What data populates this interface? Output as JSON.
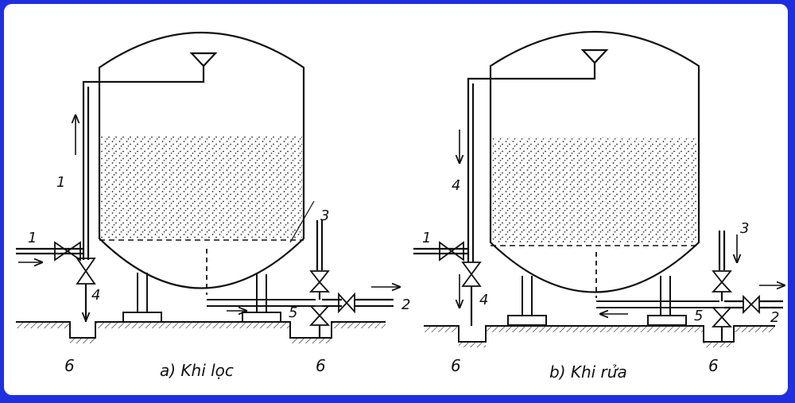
{
  "panels": [
    {
      "caption": "a) Khi lọc",
      "labels": {
        "inlet_left": "1",
        "pipe_up": "1",
        "drain_valve": "4",
        "top_right": "3",
        "outlet_right": "2",
        "bottom_valve": "5",
        "pit_left": "6",
        "pit_right": "6"
      }
    },
    {
      "caption": "b) Khi rửa",
      "labels": {
        "inlet_left": "1",
        "pipe_up": "4",
        "drain_valve": "4",
        "top_right": "3",
        "outlet_right": "2",
        "bottom_valve": "5",
        "pit_left": "6",
        "pit_right": "6"
      }
    }
  ],
  "colors": {
    "frame": "#1f2fe0",
    "ink": "#111111",
    "paper": "#ffffff"
  }
}
